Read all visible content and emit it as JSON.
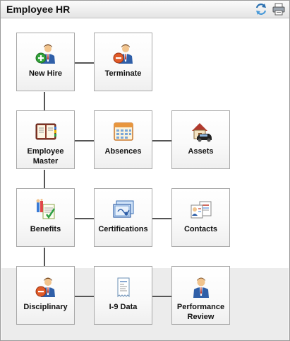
{
  "panel": {
    "title": "Employee HR"
  },
  "header_icons": [
    {
      "name": "refresh-icon"
    },
    {
      "name": "print-icon"
    }
  ],
  "tiles": {
    "new_hire": {
      "label": "New Hire",
      "icon": "person-add-icon"
    },
    "terminate": {
      "label": "Terminate",
      "icon": "person-remove-icon"
    },
    "employee_master": {
      "label": "Employee\nMaster",
      "icon": "binder-icon"
    },
    "absences": {
      "label": "Absences",
      "icon": "calendar-icon"
    },
    "assets": {
      "label": "Assets",
      "icon": "house-car-icon"
    },
    "benefits": {
      "label": "Benefits",
      "icon": "benefits-icon"
    },
    "certifications": {
      "label": "Certifications",
      "icon": "certificate-icon"
    },
    "contacts": {
      "label": "Contacts",
      "icon": "contact-cards-icon"
    },
    "disciplinary": {
      "label": "Disciplinary",
      "icon": "person-remove-icon"
    },
    "i9_data": {
      "label": "I-9 Data",
      "icon": "receipt-icon"
    },
    "performance_review": {
      "label": "Performance\nReview",
      "icon": "person-icon"
    }
  }
}
